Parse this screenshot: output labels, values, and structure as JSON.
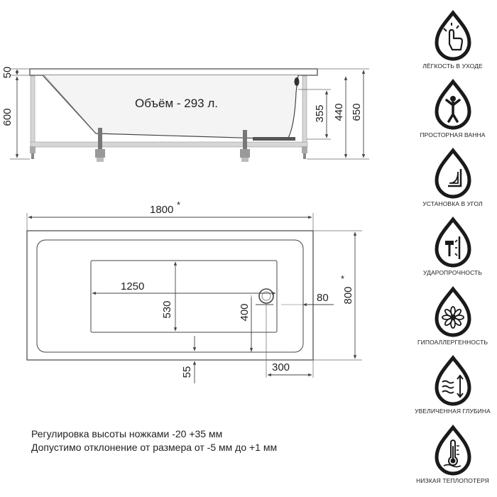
{
  "side_view": {
    "volume_label": "Объём - 293 л.",
    "dim_rim": "50",
    "dim_height": "600",
    "dim_depth": "355",
    "dim_inner_height": "440",
    "dim_total_height": "650"
  },
  "top_view": {
    "length": "1800",
    "length_mark": "*",
    "width": "800",
    "width_mark": "*",
    "inner_length": "1250",
    "inner_width": "530",
    "drain_offset_y": "400",
    "drain_offset_x": "80",
    "bottom_offset": "55",
    "drain_from_end": "300"
  },
  "notes": {
    "line1": "Регулировка высоты ножками -20 +35 мм",
    "line2": "Допустимо отклонение от размера от -5 мм до +1 мм"
  },
  "features": [
    {
      "icon": "easy-care-icon",
      "label": "ЛЁГКОСТЬ В УХОДЕ"
    },
    {
      "icon": "spacious-bath-icon",
      "label": "ПРОСТОРНАЯ ВАННА"
    },
    {
      "icon": "corner-install-icon",
      "label": "УСТАНОВКА В УГОЛ"
    },
    {
      "icon": "impact-resistance-icon",
      "label": "УДАРОПРОЧНОСТЬ"
    },
    {
      "icon": "hypoallergenic-icon",
      "label": "ГИПОАЛЛЕРГЕННОСТЬ"
    },
    {
      "icon": "increased-depth-icon",
      "label": "УВЕЛИЧЕННАЯ ГЛУБИНА"
    },
    {
      "icon": "low-heat-loss-icon",
      "label": "НИЗКАЯ ТЕПЛОПОТЕРЯ"
    }
  ],
  "colors": {
    "line": "#444444",
    "icon": "#1a1a1a",
    "frame": "#c8c8c8"
  }
}
